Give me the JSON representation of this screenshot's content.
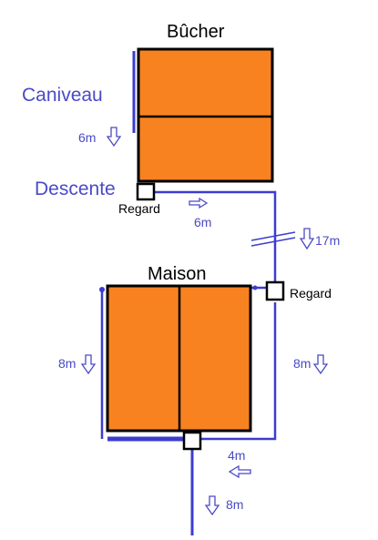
{
  "colors": {
    "building_fill": "#f88220",
    "outline": "#000000",
    "pipe": "#3c3cd0",
    "label_blue": "#4a4ac8"
  },
  "labels": {
    "bucher": "Bûcher",
    "maison": "Maison",
    "caniveau": "Caniveau",
    "descente": "Descente",
    "regard_top": "Regard",
    "regard_right": "Regard"
  },
  "measurements": {
    "caniveau_length": "6m",
    "horizontal_run": "6m",
    "side_run": "17m",
    "maison_left": "8m",
    "maison_right": "8m",
    "bottom_horizontal": "4m",
    "bottom_vertical": "8m"
  },
  "icons": {
    "down": "down-arrow-icon",
    "right": "right-arrow-icon",
    "left": "left-arrow-icon"
  }
}
